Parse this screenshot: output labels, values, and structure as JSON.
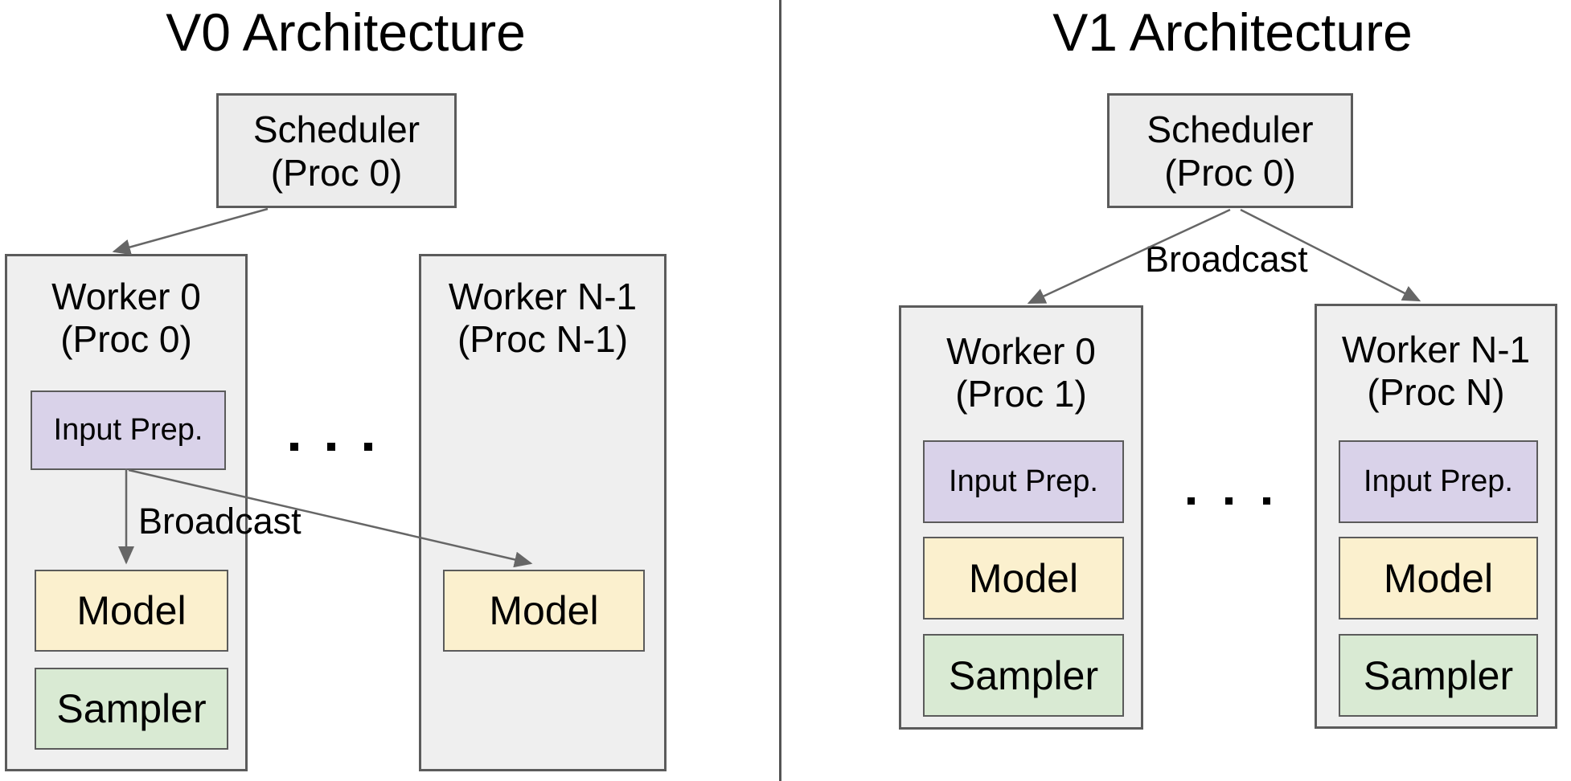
{
  "colors": {
    "box_gray_fill": "#ececec",
    "worker_gray_fill": "#efefef",
    "border_gray": "#5b5b5b",
    "lavender_fill": "#d9d2e9",
    "yellow_fill": "#fbf0ce",
    "green_fill": "#d9ead3",
    "arrow_gray": "#666666",
    "divider_gray": "#555555",
    "text_black": "#000000"
  },
  "v0": {
    "title": "V0 Architecture",
    "scheduler": {
      "line1": "Scheduler",
      "line2": "(Proc 0)"
    },
    "broadcast_label": "Broadcast",
    "ellipsis": ". . .",
    "worker0": {
      "line1": "Worker 0",
      "line2": "(Proc 0)",
      "input_prep": "Input Prep.",
      "model": "Model",
      "sampler": "Sampler"
    },
    "workerN": {
      "line1": "Worker N-1",
      "line2": "(Proc N-1)",
      "model": "Model"
    }
  },
  "v1": {
    "title": "V1 Architecture",
    "scheduler": {
      "line1": "Scheduler",
      "line2": "(Proc 0)"
    },
    "broadcast_label": "Broadcast",
    "ellipsis": ". . .",
    "worker0": {
      "line1": "Worker 0",
      "line2": "(Proc 1)",
      "input_prep": "Input Prep.",
      "model": "Model",
      "sampler": "Sampler"
    },
    "workerN": {
      "line1": "Worker N-1",
      "line2": "(Proc N)",
      "input_prep": "Input Prep.",
      "model": "Model",
      "sampler": "Sampler"
    }
  }
}
